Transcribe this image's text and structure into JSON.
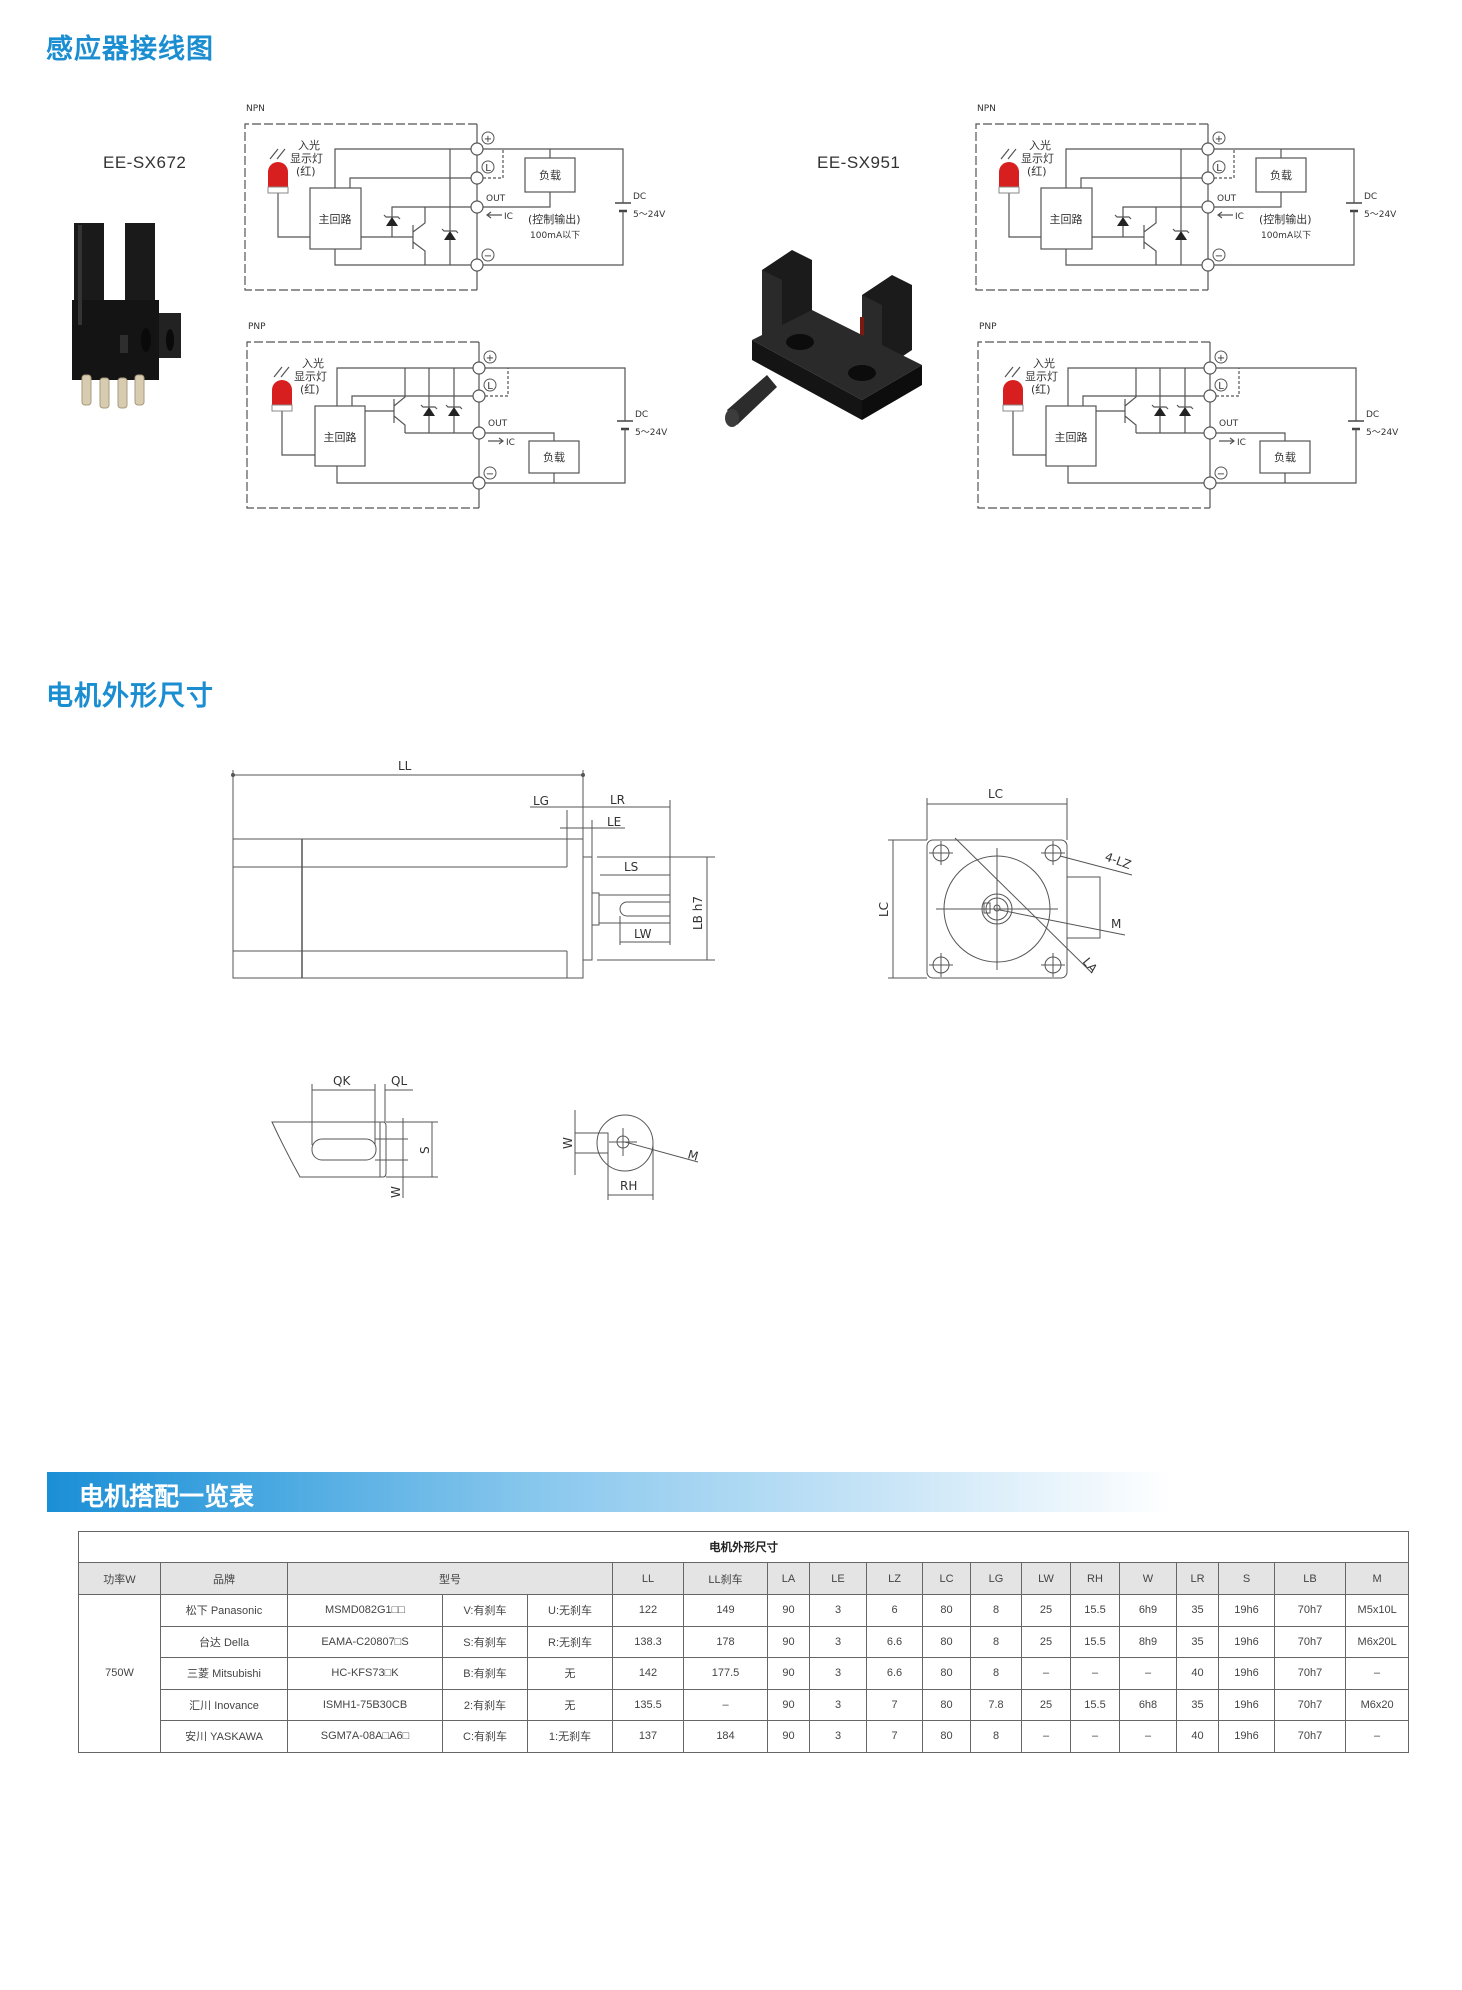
{
  "section1": {
    "title": "感应器接线图"
  },
  "sensors": [
    {
      "model": "EE-SX672"
    },
    {
      "model": "EE-SX951"
    }
  ],
  "wiring": {
    "npn_label": "NPN",
    "pnp_label": "PNP",
    "led_line1": "入光",
    "led_line2": "显示灯",
    "led_line3": "(红)",
    "main_circuit": "主回路",
    "load": "负载",
    "terminal_plus": "+",
    "terminal_l": "L",
    "terminal_minus": "−",
    "out": "OUT",
    "ic": "IC",
    "control_output": "(控制输出)",
    "current_limit": "100mA以下",
    "dc": "DC",
    "voltage": "5～24V"
  },
  "section2": {
    "title": "电机外形尺寸"
  },
  "dimension_labels": {
    "LL": "LL",
    "LG": "LG",
    "LR": "LR",
    "LE": "LE",
    "LS": "LS",
    "LW": "LW",
    "LB": "LB h7",
    "LC": "LC",
    "LZ": "4-LZ",
    "M": "M",
    "LA": "LA",
    "QK": "QK",
    "QL": "QL",
    "S": "S",
    "W": "W",
    "RH": "RH"
  },
  "section3": {
    "title": "电机搭配一览表"
  },
  "table": {
    "title": "电机外形尺寸",
    "headers": [
      "功率W",
      "品牌",
      "型号",
      "LL",
      "LL刹车",
      "LA",
      "LE",
      "LZ",
      "LC",
      "LG",
      "LW",
      "RH",
      "W",
      "LR",
      "S",
      "LB",
      "M"
    ],
    "power": "750W",
    "rows": [
      [
        "松下 Panasonic",
        "MSMD082G1□□",
        "V:有刹车",
        "U:无刹车",
        "122",
        "149",
        "90",
        "3",
        "6",
        "80",
        "8",
        "25",
        "15.5",
        "6h9",
        "35",
        "19h6",
        "70h7",
        "M5x10L"
      ],
      [
        "台达 Della",
        "EAMA-C20807□S",
        "S:有刹车",
        "R:无刹车",
        "138.3",
        "178",
        "90",
        "3",
        "6.6",
        "80",
        "8",
        "25",
        "15.5",
        "8h9",
        "35",
        "19h6",
        "70h7",
        "M6x20L"
      ],
      [
        "三菱 Mitsubishi",
        "HC-KFS73□K",
        "B:有刹车",
        "无",
        "142",
        "177.5",
        "90",
        "3",
        "6.6",
        "80",
        "8",
        "–",
        "–",
        "–",
        "40",
        "19h6",
        "70h7",
        "–"
      ],
      [
        "汇川 Inovance",
        "ISMH1-75B30CB",
        "2:有刹车",
        "无",
        "135.5",
        "–",
        "90",
        "3",
        "7",
        "80",
        "7.8",
        "25",
        "15.5",
        "6h8",
        "35",
        "19h6",
        "70h7",
        "M6x20"
      ],
      [
        "安川 YASKAWA",
        "SGM7A-08A□A6□",
        "C:有刹车",
        "1:无刹车",
        "137",
        "184",
        "90",
        "3",
        "7",
        "80",
        "8",
        "–",
        "–",
        "–",
        "40",
        "19h6",
        "70h7",
        "–"
      ]
    ]
  },
  "colors": {
    "accent": "#1b8ed2",
    "led": "#d71f1f",
    "header_bg": "#e4e4e4"
  }
}
